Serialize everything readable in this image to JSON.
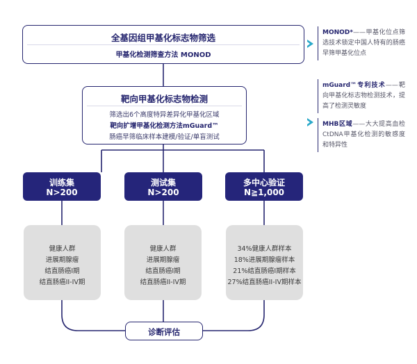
{
  "top": {
    "title": "全基因组甲基化标志物筛选",
    "subtitle": "甲基化检测筛查方法 MONOD"
  },
  "middle": {
    "title": "靶向甲基化标志物检测",
    "line1": "筛选出6个高度特异差异化甲基化区域",
    "line2": "靶向扩增甲基化检测方法mGuard™",
    "line3": "肠癌早筛临床样本建模/验证/单盲测试"
  },
  "cohorts": [
    {
      "name": "训练集",
      "size": "N>200",
      "details": [
        "健康人群",
        "进展期腺瘤",
        "结直肠癌I期",
        "结直肠癌II-IV期"
      ]
    },
    {
      "name": "测试集",
      "size": "N>200",
      "details": [
        "健康人群",
        "进展期腺瘤",
        "结直肠癌I期",
        "结直肠癌II-IV期"
      ]
    },
    {
      "name": "多中心验证",
      "size": "N≧1,000",
      "details": [
        "34%健康人群样本",
        "18%进展期腺瘤样本",
        "21%结直肠癌I期样本",
        "27%结直肠癌II-IV期样本"
      ]
    }
  ],
  "bottom": {
    "label": "诊断评估"
  },
  "notes": [
    {
      "heading": "MONOD*",
      "text": "——甲基化位点筛选技术锁定中国人特有的肠癌早筛甲基化位点"
    },
    {
      "heading": "mGuard™专利技术",
      "text": "——靶向甲基化标志物检测技术，提高了检测灵敏度"
    },
    {
      "heading": "MHB区域",
      "text": "——大大提高血检CtDNA甲基化检测的敏感度和特异性"
    }
  ],
  "colors": {
    "primary": "#25257a",
    "accent": "#29a8c9",
    "card": "#dfdfdf"
  }
}
